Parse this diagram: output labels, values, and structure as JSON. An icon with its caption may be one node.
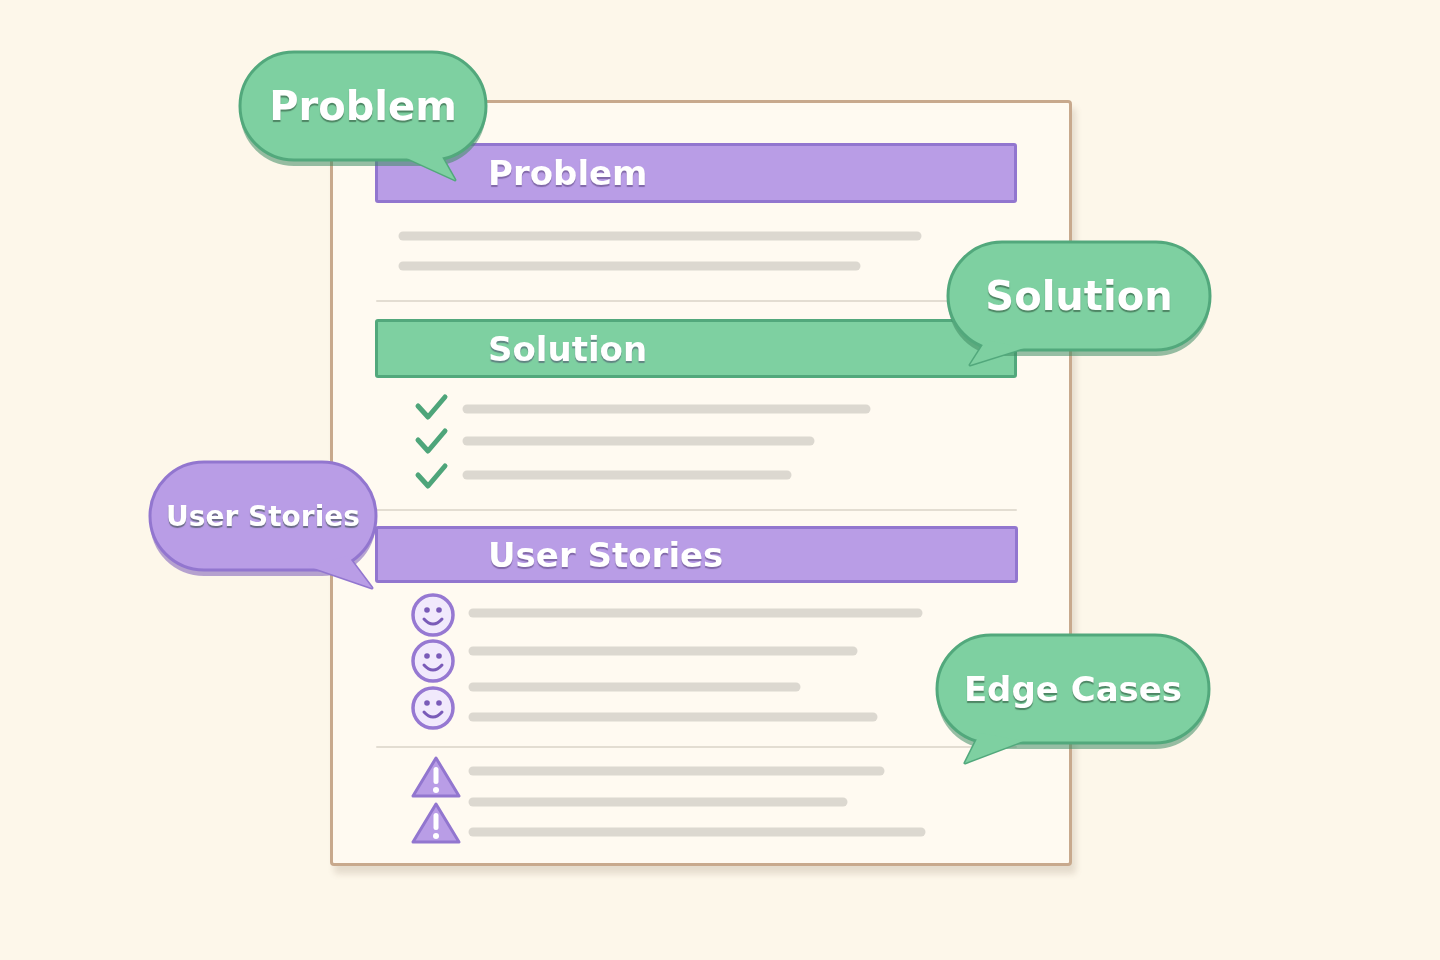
{
  "diagram": {
    "nodes": [
      {
        "text": [],
        "shape": "box"
      },
      {
        "text": [
          "Problem"
        ]
      },
      {
        "text": [
          "Problem"
        ],
        "in": 0
      },
      {
        "text": [
          "Solution"
        ]
      },
      {
        "text": [
          "Solution"
        ],
        "in": 0
      },
      {
        "text": [
          "User Stories"
        ]
      },
      {
        "text": [
          "User Stories"
        ],
        "in": 0
      },
      {
        "text": [
          "Edge Cases"
        ]
      }
    ]
  }
}
